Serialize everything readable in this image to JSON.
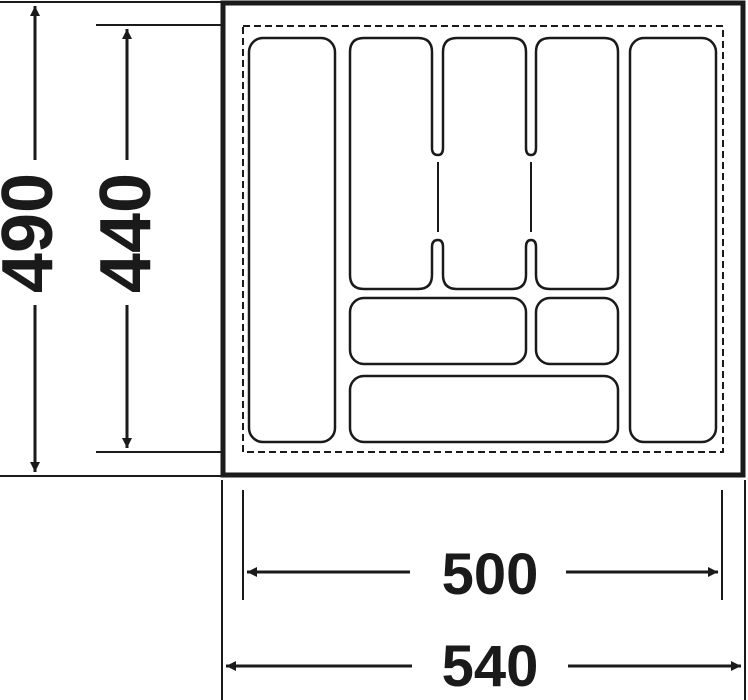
{
  "diagram": {
    "dimensions": {
      "outer_height": "490",
      "inner_height": "440",
      "inner_width": "500",
      "outer_width": "540"
    },
    "colors": {
      "ink": "#1a1a1a",
      "background": "#ffffff"
    }
  }
}
